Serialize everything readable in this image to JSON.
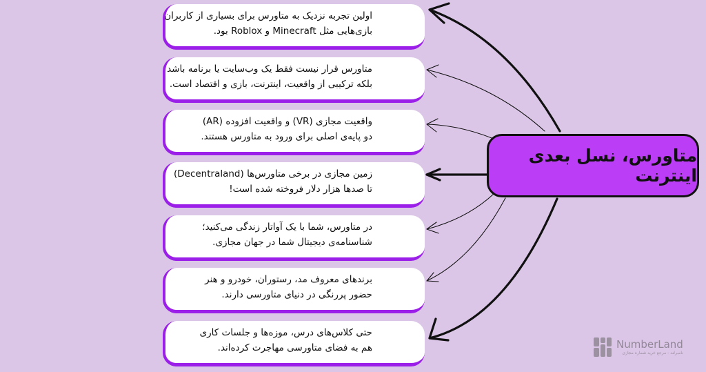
{
  "center_title": "متاورس، نسل بعدی اینترنت",
  "cards": [
    {
      "line1": "اولین تجربه نزدیک به متاورس برای بسیاری از کاربران",
      "line2": "بازی‌هایی مثل Minecraft و Roblox بود."
    },
    {
      "line1": "متاورس قرار نیست فقط یک وب‌سایت یا برنامه باشد",
      "line2": "بلکه ترکیبی از واقعیت، اینترنت، بازی و اقتصاد است."
    },
    {
      "line1": "واقعیت مجازی (VR) و واقعیت افزوده (AR)",
      "line2": "دو پایه‌ی اصلی برای ورود به متاورس هستند."
    },
    {
      "line1": "زمین مجازی در برخی متاورس‌ها (Decentraland)",
      "line2": "تا صدها هزار دلار فروخته شده است!"
    },
    {
      "line1": "در متاورس، شما با یک آواتار زندگی می‌کنید؛",
      "line2": "شناسنامه‌ی دیجیتال شما در جهان مجازی."
    },
    {
      "line1": "برندهای معروف مد، رستوران، خودرو و هنر",
      "line2": "حضور پررنگی در دنیای متاورسی دارند."
    },
    {
      "line1": "حتی کلاس‌های درس، موزه‌ها و جلسات کاری",
      "line2": "هم به فضای متاورسی مهاجرت کرده‌اند."
    }
  ],
  "logo": {
    "brand": "NumberLand",
    "tagline": "نامبرلند - مرجع خرید شماره مجازی"
  },
  "colors": {
    "background": "#dcc6e8",
    "card_accent": "#9b1fe8",
    "center_fill": "#bb3df5"
  }
}
